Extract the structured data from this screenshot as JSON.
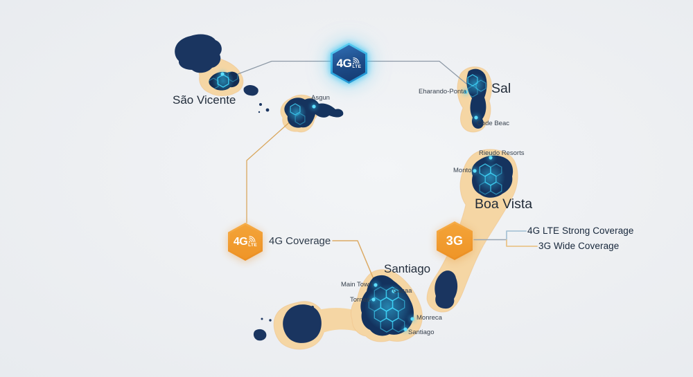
{
  "labels": {
    "sao_vicente": "São Vicente",
    "asgun": "Asgun",
    "sal": "Sal",
    "eharando": "Eharando-Ponta",
    "code_beac": "Code Beac",
    "rieudo": "Rieudo Resorts",
    "monto": "Monto",
    "boa_vista": "Boa Vista",
    "santiago_title": "Santiago",
    "main_town": "Main Town",
    "cacaa": "Cacaa",
    "tornes": "Tornes",
    "monreca": "Monreca",
    "santiago_city": "Santiago",
    "coverage_4g": "4G Coverage"
  },
  "legend": {
    "strong": "4G LTE Strong Coverage",
    "wide": "3G Wide Coverage"
  },
  "badges": {
    "lte": {
      "main": "4G",
      "sub": "LTE"
    },
    "cov4g": {
      "main": "4G",
      "sub": "LTE"
    },
    "cov3g": {
      "main": "3G"
    }
  },
  "icons": {
    "badge_signal": "wifi-icon"
  },
  "colors": {
    "background": "#edf0f3",
    "sand_band": "#f5d6a4",
    "sand_edge": "#eec186",
    "island_navy": "#1a3560",
    "coverage_glow_cyan": "#3ccdf5",
    "badge_blue_fill": "#1d4a85",
    "badge_blue_border": "#41c7f1",
    "badge_orange": "#f0992e",
    "connector_gray": "#8d99a6",
    "connector_orange": "#d9a75e",
    "legend_line_blue": "#a9c4d6",
    "legend_line_orange": "#e9c48a",
    "label_text": "#27313f"
  }
}
